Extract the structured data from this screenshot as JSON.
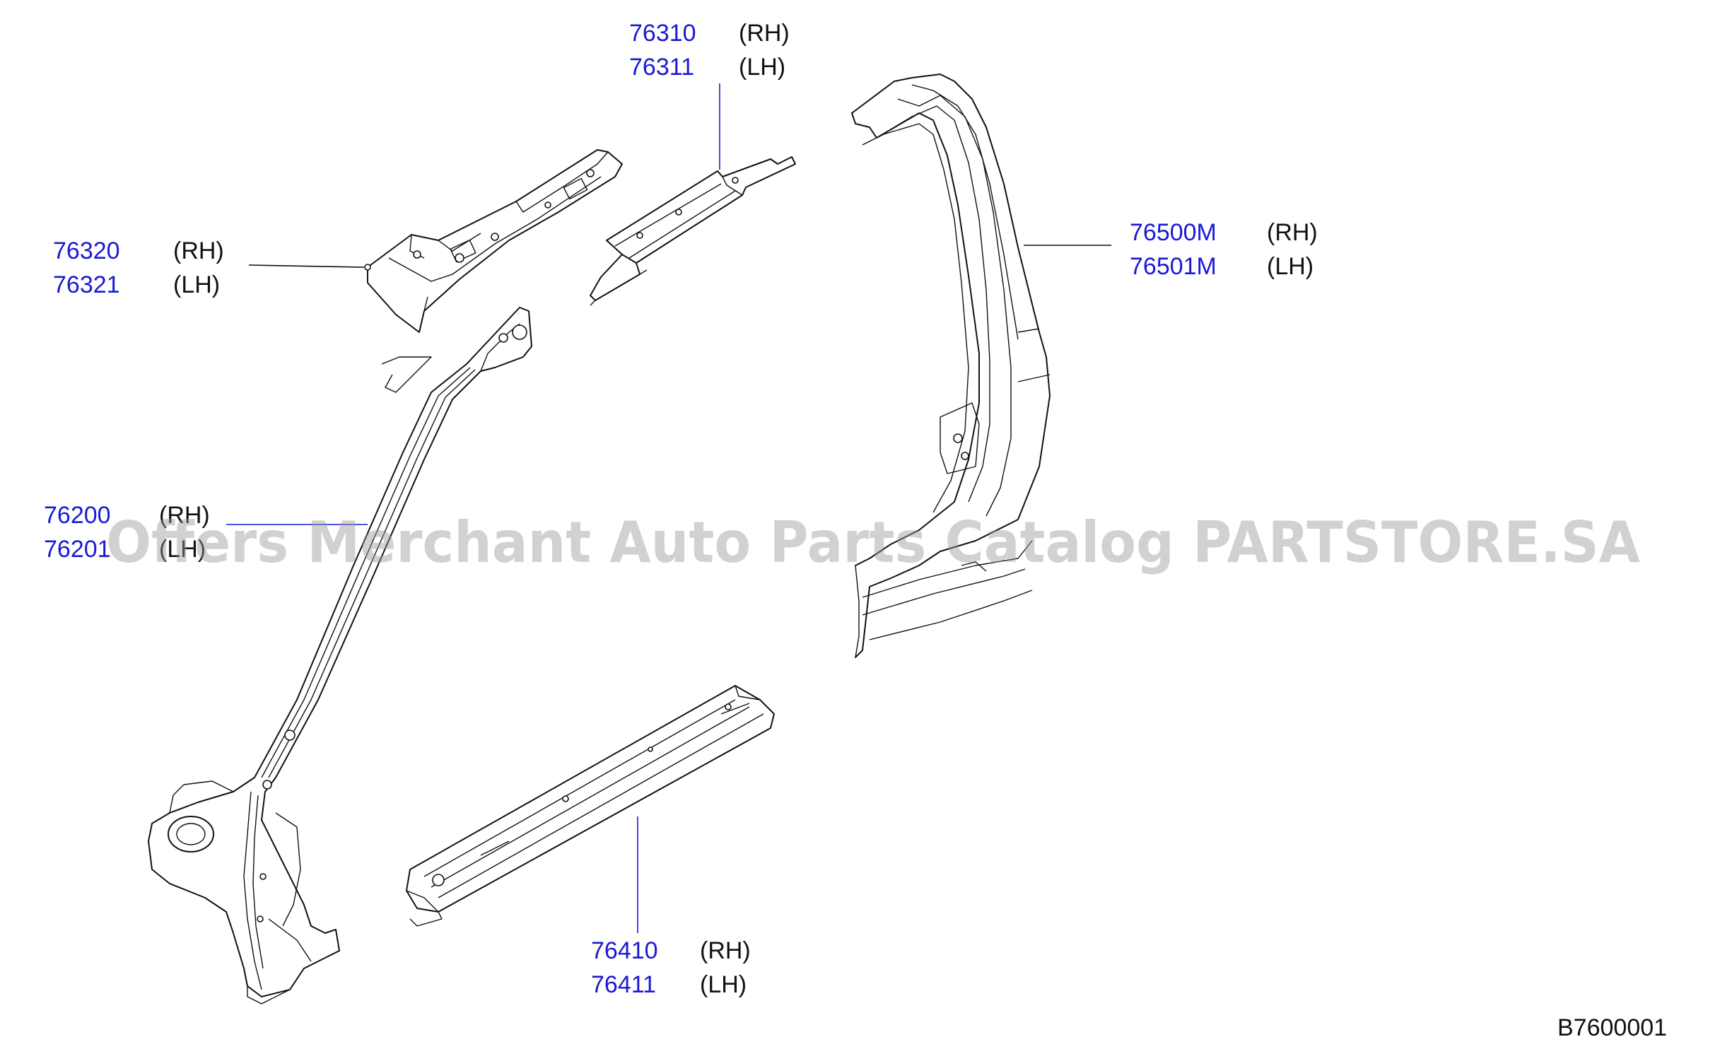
{
  "callouts": [
    {
      "id": "roof-rail-front",
      "part_rh": "76310",
      "side_rh": "(RH)",
      "part_lh": "76311",
      "side_lh": "(LH)"
    },
    {
      "id": "inner-pillar-reinf",
      "part_rh": "76320",
      "side_rh": "(RH)",
      "part_lh": "76321",
      "side_lh": "(LH)"
    },
    {
      "id": "front-pillar",
      "part_rh": "76200",
      "side_rh": "(RH)",
      "part_lh": "76201",
      "side_lh": "(LH)"
    },
    {
      "id": "rear-pillar",
      "part_rh": "76500M",
      "side_rh": "(RH)",
      "part_lh": "76501M",
      "side_lh": "(LH)"
    },
    {
      "id": "sill",
      "part_rh": "76410",
      "side_rh": "(RH)",
      "part_lh": "76411",
      "side_lh": "(LH)"
    }
  ],
  "watermark": "Offers Merchant Auto Parts Catalog PARTSTORE.SA",
  "diagram_code": "B7600001"
}
